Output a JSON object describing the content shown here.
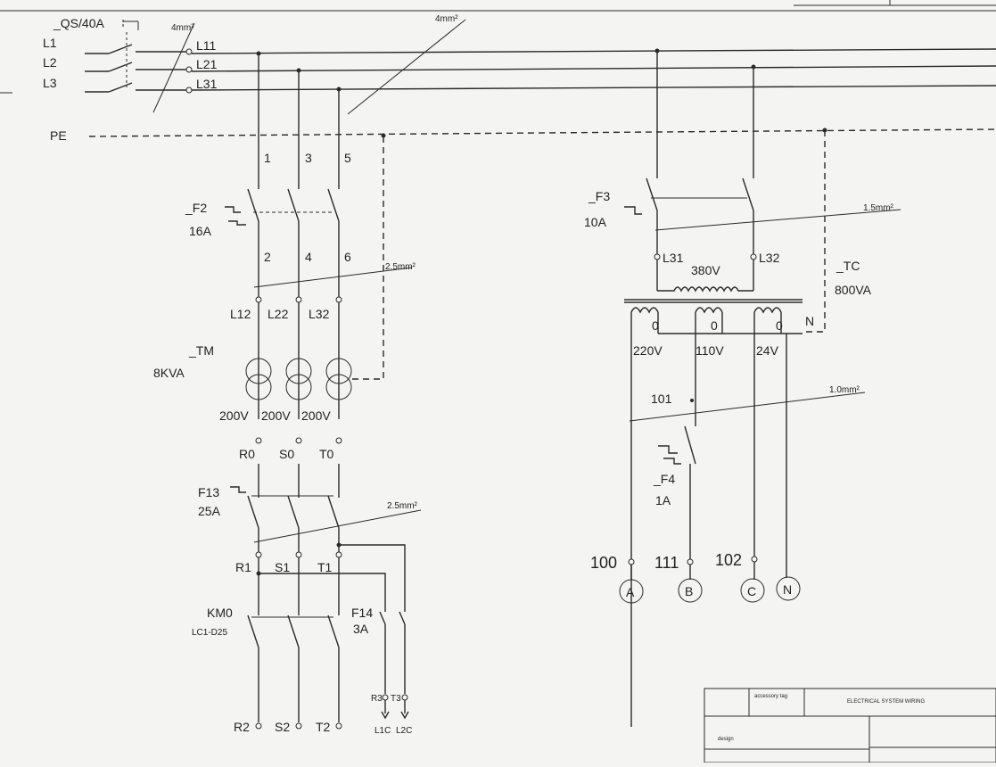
{
  "main_switch": {
    "ref": "_QS/40A",
    "section": "4mm²",
    "inputs": [
      "L1",
      "L2",
      "L3"
    ],
    "outputs": [
      "L11",
      "L21",
      "L31"
    ]
  },
  "bus": {
    "section": "4mm²",
    "pe_label": "PE"
  },
  "f2": {
    "ref": "_F2",
    "rating": "16A",
    "top_numbers": [
      "1",
      "3",
      "5"
    ],
    "bottom_numbers": [
      "2",
      "4",
      "6"
    ],
    "section": "2.5mm²"
  },
  "tm": {
    "ref": "_TM",
    "rating": "8KVA",
    "inputs": [
      "L12",
      "L22",
      "L32"
    ],
    "voltages": [
      "200V",
      "200V",
      "200V"
    ],
    "outputs": [
      "R0",
      "S0",
      "T0"
    ]
  },
  "f13": {
    "ref": "F13",
    "rating": "25A",
    "section": "2.5mm²",
    "outputs": [
      "R1",
      "S1",
      "T1"
    ]
  },
  "km0": {
    "ref": "KM0",
    "model": "LC1-D25",
    "outputs": [
      "R2",
      "S2",
      "T2"
    ]
  },
  "f14": {
    "ref": "F14",
    "rating": "3A",
    "terminals": [
      "R3",
      "T3"
    ],
    "outputs": [
      "L1C",
      "L2C"
    ]
  },
  "f3": {
    "ref": "_F3",
    "rating": "10A",
    "section": "1.5mm²"
  },
  "tc": {
    "ref": "_TC",
    "rating": "800VA",
    "primary": [
      "L31",
      "L32"
    ],
    "primary_voltage": "380V",
    "taps": [
      "0",
      "0",
      "0"
    ],
    "secondary_voltages": [
      "220V",
      "110V",
      "24V"
    ],
    "neutral": "N"
  },
  "control": {
    "wire_101": "101",
    "section": "1.0mm²",
    "f4_ref": "_F4",
    "f4_rating": "1A",
    "terminals": [
      "100",
      "111",
      "102"
    ],
    "meters": [
      "A",
      "B",
      "C",
      "N"
    ]
  },
  "title_block": {
    "col1": "accessory tag",
    "title": "ELECTRICAL SYSTEM WIRING",
    "design_label": "design"
  }
}
